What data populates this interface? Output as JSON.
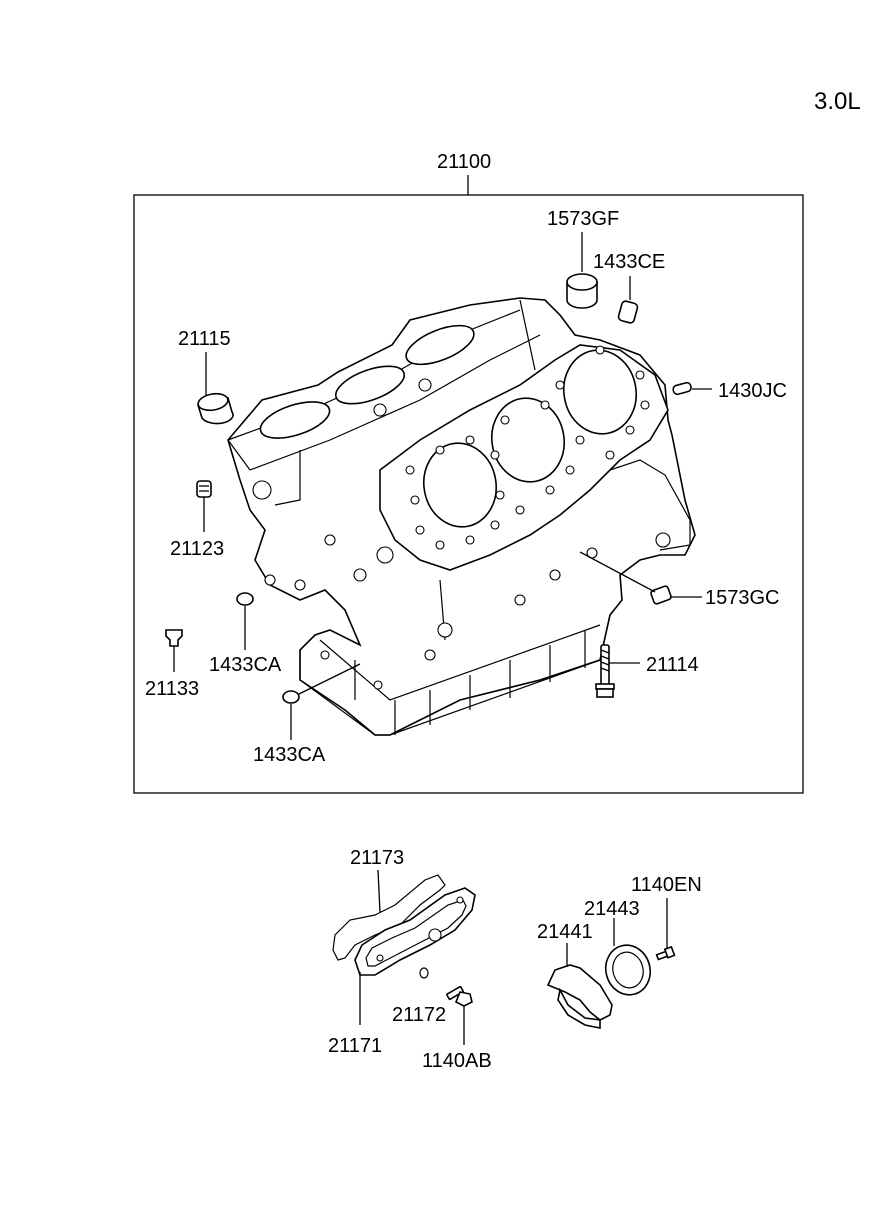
{
  "engine_label": "3.0L",
  "parts": {
    "p21100": "21100",
    "p1573GF": "1573GF",
    "p1433CE": "1433CE",
    "p21115": "21115",
    "p1430JC": "1430JC",
    "p21123": "21123",
    "p1573GC": "1573GC",
    "p1433CA_a": "1433CA",
    "p21133": "21133",
    "p21114": "21114",
    "p1433CA_b": "1433CA",
    "p21173": "21173",
    "p1140EN": "1140EN",
    "p21443": "21443",
    "p21441": "21441",
    "p21172": "21172",
    "p21171": "21171",
    "p1140AB": "1140AB"
  }
}
